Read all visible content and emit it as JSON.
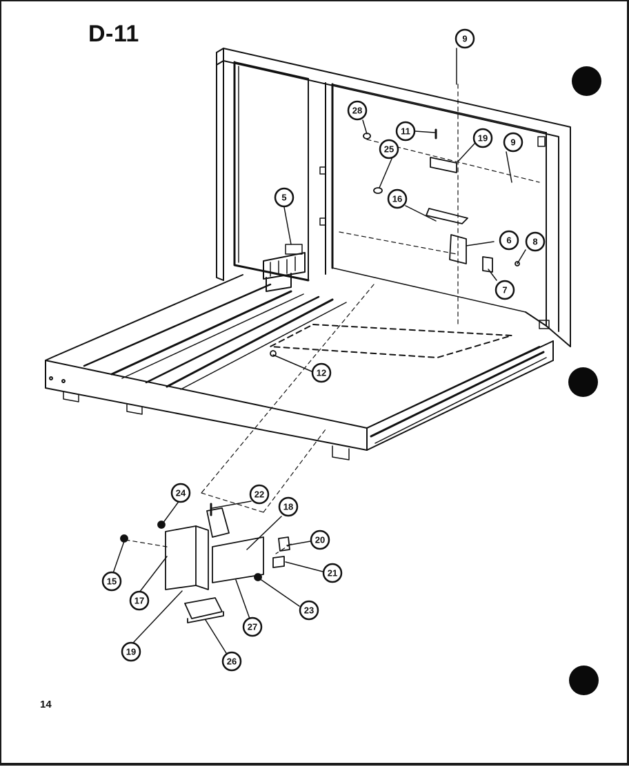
{
  "page": {
    "code": "D-11",
    "number": "14"
  },
  "callouts": [
    {
      "id": "c9-top",
      "label": "9"
    },
    {
      "id": "c28",
      "label": "28"
    },
    {
      "id": "c11",
      "label": "11"
    },
    {
      "id": "c19-top",
      "label": "19"
    },
    {
      "id": "c9-right",
      "label": "9"
    },
    {
      "id": "c25",
      "label": "25"
    },
    {
      "id": "c16",
      "label": "16"
    },
    {
      "id": "c5",
      "label": "5"
    },
    {
      "id": "c6",
      "label": "6"
    },
    {
      "id": "c8",
      "label": "8"
    },
    {
      "id": "c7",
      "label": "7"
    },
    {
      "id": "c12",
      "label": "12"
    },
    {
      "id": "c24",
      "label": "24"
    },
    {
      "id": "c22",
      "label": "22"
    },
    {
      "id": "c18",
      "label": "18"
    },
    {
      "id": "c20",
      "label": "20"
    },
    {
      "id": "c21",
      "label": "21"
    },
    {
      "id": "c15",
      "label": "15"
    },
    {
      "id": "c17",
      "label": "17"
    },
    {
      "id": "c23",
      "label": "23"
    },
    {
      "id": "c27",
      "label": "27"
    },
    {
      "id": "c19-bottom",
      "label": "19"
    },
    {
      "id": "c26",
      "label": "26"
    }
  ]
}
